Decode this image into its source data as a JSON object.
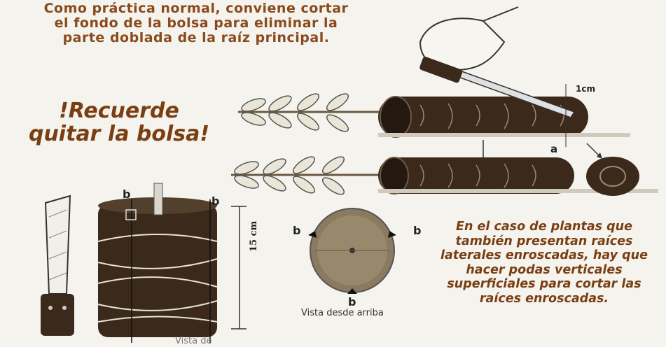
{
  "texts": {
    "intro": "Como práctica normal, conviene cortar el fondo de la bolsa para eliminar la parte doblada de la raíz principal.",
    "reminder": "!Recuerde quitar la bolsa!",
    "lateral": "En el caso de plantas que también presentan raíces laterales enroscadas, hay que hacer podas verticales superficiales para cortar las raíces enroscadas."
  },
  "labels": {
    "cut_length": "1cm",
    "mark_a": "a",
    "mark_b": "b",
    "height": "15 cm",
    "top_view": "Vista desde arriba",
    "side_view": "Vista de"
  },
  "colors": {
    "title_text": "#8a4a1c",
    "root_ball": "#3b2a1c",
    "leaf_fill": "#e9e6d8",
    "background": "#f4f3ee"
  }
}
